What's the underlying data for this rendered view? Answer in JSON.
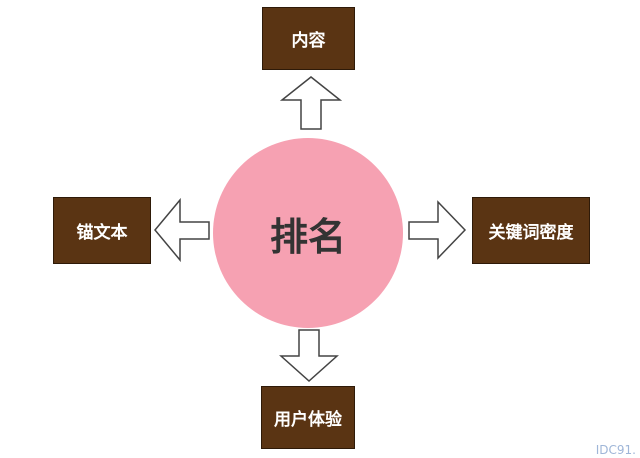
{
  "center": {
    "label": "排名"
  },
  "nodes": {
    "top": "内容",
    "left": "锚文本",
    "right": "关键词密度",
    "bottom": "用户体验"
  },
  "watermark": "IDC91.",
  "colors": {
    "box_fill": "#5a3413",
    "box_text": "#ffffff",
    "circle_fill": "#f6a1b2",
    "center_text": "#333333",
    "arrow_fill": "#ffffff",
    "arrow_stroke": "#444444"
  },
  "arrows": [
    {
      "from": "center",
      "to": "top"
    },
    {
      "from": "center",
      "to": "left"
    },
    {
      "from": "center",
      "to": "right"
    },
    {
      "from": "center",
      "to": "bottom"
    }
  ]
}
